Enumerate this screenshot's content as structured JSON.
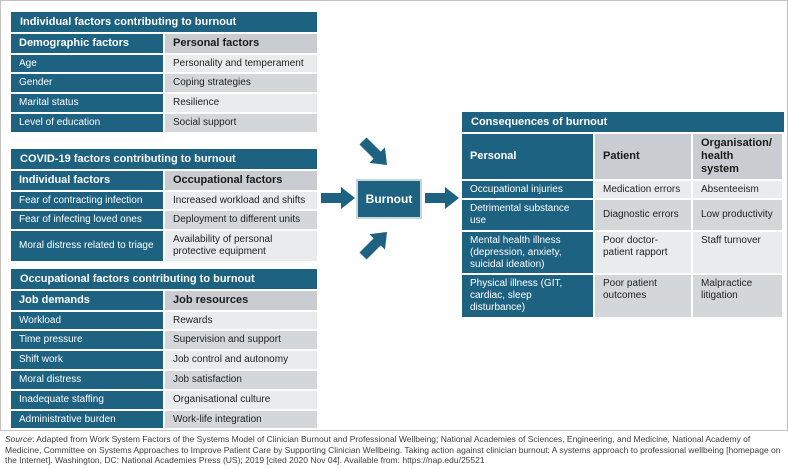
{
  "colors": {
    "teal": "#1e6282",
    "header_gray": "#c9cdd2",
    "row_light": "#eaebed",
    "row_dark": "#d4d7da",
    "figure_border": "#c2c2c2"
  },
  "center": {
    "label": "Burnout"
  },
  "tables": {
    "individual": {
      "title": "Individual factors contributing to burnout",
      "columns": [
        "Demographic factors",
        "Personal factors"
      ],
      "rows": [
        [
          "Age",
          "Personality and temperament"
        ],
        [
          "Gender",
          "Coping strategies"
        ],
        [
          "Marital status",
          "Resilience"
        ],
        [
          "Level of education",
          "Social support"
        ]
      ]
    },
    "covid": {
      "title": "COVID-19 factors contributing to burnout",
      "columns": [
        "Individual factors",
        "Occupational factors"
      ],
      "rows": [
        [
          "Fear of contracting infection",
          "Increased workload and shifts"
        ],
        [
          "Fear of infecting loved ones",
          "Deployment to different units"
        ],
        [
          "Moral distress related to triage",
          "Availability of personal protective equipment"
        ]
      ]
    },
    "occupational": {
      "title": "Occupational factors contributing to burnout",
      "columns": [
        "Job demands",
        "Job resources"
      ],
      "rows": [
        [
          "Workload",
          "Rewards"
        ],
        [
          "Time pressure",
          "Supervision and support"
        ],
        [
          "Shift work",
          "Job control and autonomy"
        ],
        [
          "Moral distress",
          "Job satisfaction"
        ],
        [
          "Inadequate staffing",
          "Organisational culture"
        ],
        [
          "Administrative burden",
          "Work-life integration"
        ]
      ]
    },
    "consequences": {
      "title": "Consequences of burnout",
      "columns": [
        "Personal",
        "Patient",
        "Organisation/ health system"
      ],
      "rows": [
        [
          "Occupational injuries",
          "Medication errors",
          "Absenteeism"
        ],
        [
          "Detrimental substance use",
          "Diagnostic errors",
          "Low productivity"
        ],
        [
          "Mental health illness (depression, anxiety, suicidal ideation)",
          "Poor doctor-patient rapport",
          "Staff turnover"
        ],
        [
          "Physical illness (GIT, cardiac, sleep disturbance)",
          "Poor patient outcomes",
          "Malpractice litigation"
        ]
      ]
    }
  },
  "source": {
    "label": "Source",
    "text": ": Adapted from Work System Factors of the Systems Model of Clinician Burnout and Professional Wellbeing; National Academies of Sciences, Engineering, and Medicine, National Academy of Medicine, Committee on Systems Approaches to Improve Patient Care by Supporting Clinician Wellbeing. Taking action against clinician burnout: A systems approach to professional wellbeing [homepage on the Internet]. Washington, DC: National Academies Press (US); 2019 [cited 2020 Nov 04]. Available from: https://nap.edu/25521"
  }
}
